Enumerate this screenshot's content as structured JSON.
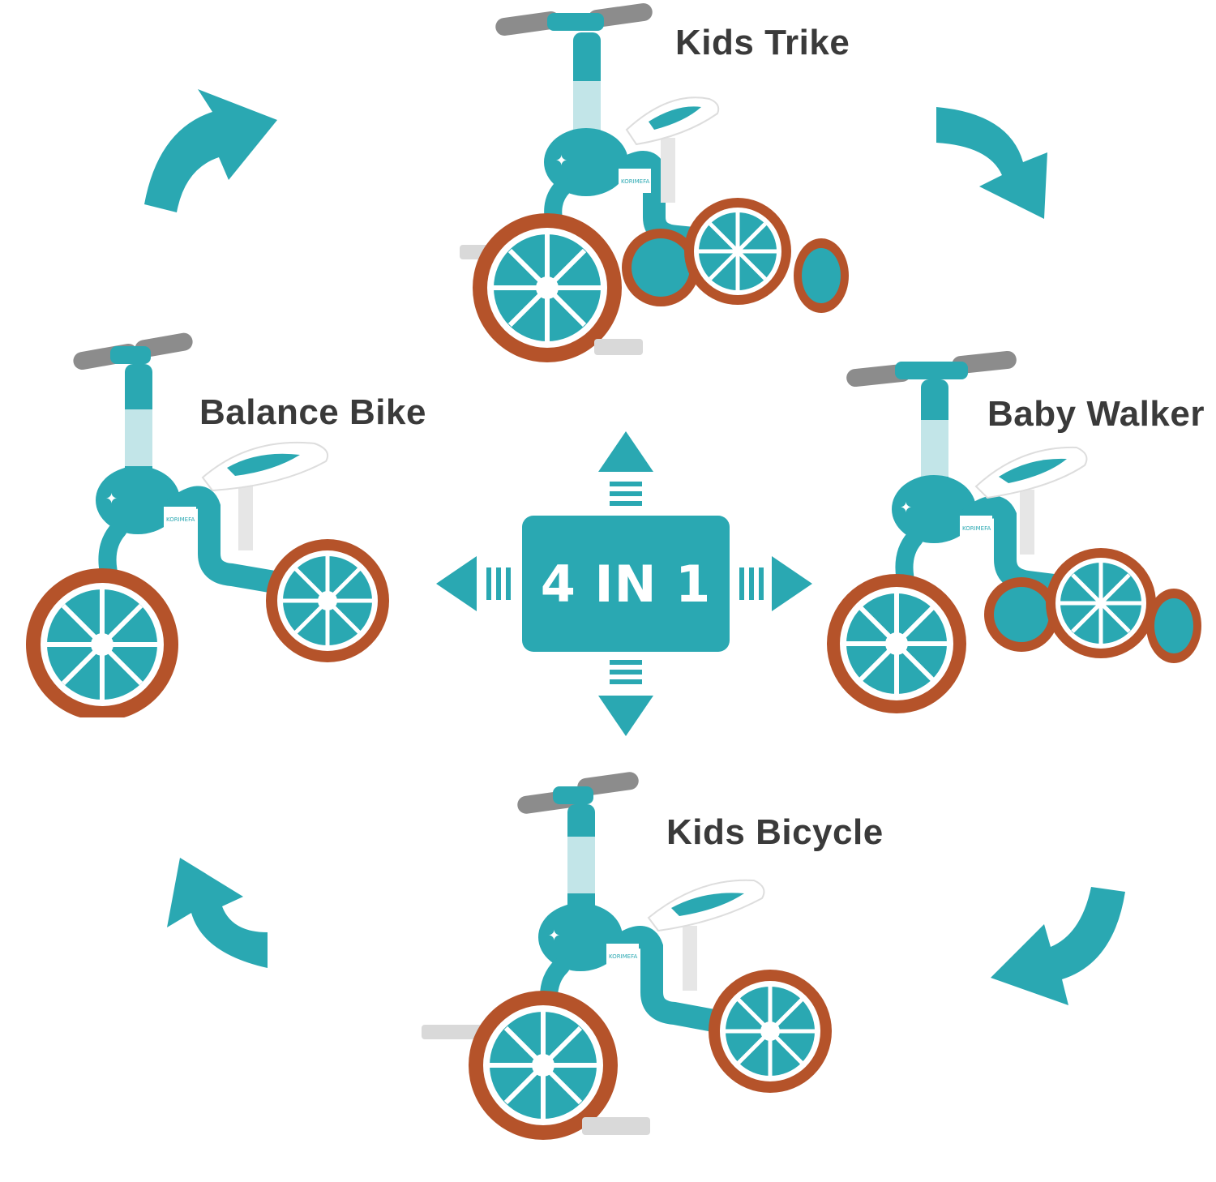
{
  "center": {
    "badge_text": "4 IN 1"
  },
  "modes": {
    "kids_trike": "Kids Trike",
    "balance_bike": "Balance Bike",
    "baby_walker": "Baby Walker",
    "kids_bicycle": "Kids Bicycle"
  },
  "bike_brand": "KORIMEFA",
  "colors": {
    "teal": "#2aa8b2",
    "tire": "#b5532a",
    "grip": "#8c8c8c",
    "seat": "#ffffff",
    "label": "#3a3a3a"
  }
}
